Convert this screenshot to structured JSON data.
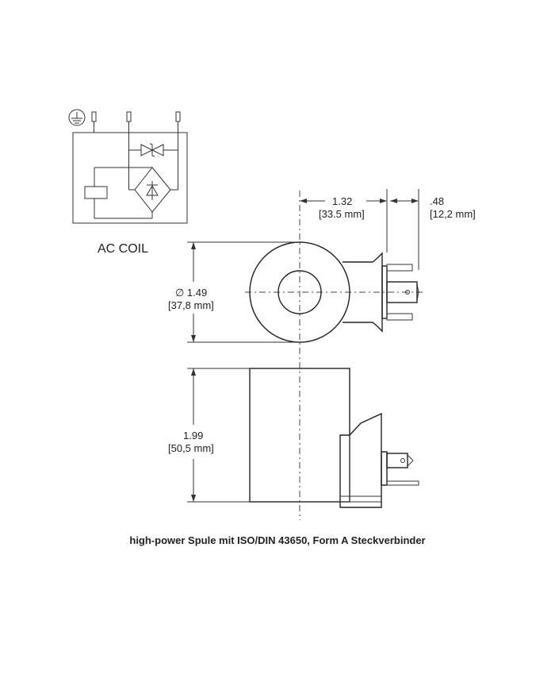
{
  "schematic": {
    "label": "AC COIL",
    "icons": [
      "ground-symbol",
      "tvs-diode",
      "rectifier-bridge",
      "coil-relay"
    ]
  },
  "dimensions": {
    "width_in": "1.32",
    "width_mm": "[33.5 mm]",
    "connector_in": ".48",
    "connector_mm": "[12,2 mm]",
    "diameter_in": "∅ 1.49",
    "diameter_mm": "[37,8 mm]",
    "height_in": "1.99",
    "height_mm": "[50,5 mm]"
  },
  "caption": "high-power Spule mit ISO/DIN 43650, Form A Steckverbinder"
}
